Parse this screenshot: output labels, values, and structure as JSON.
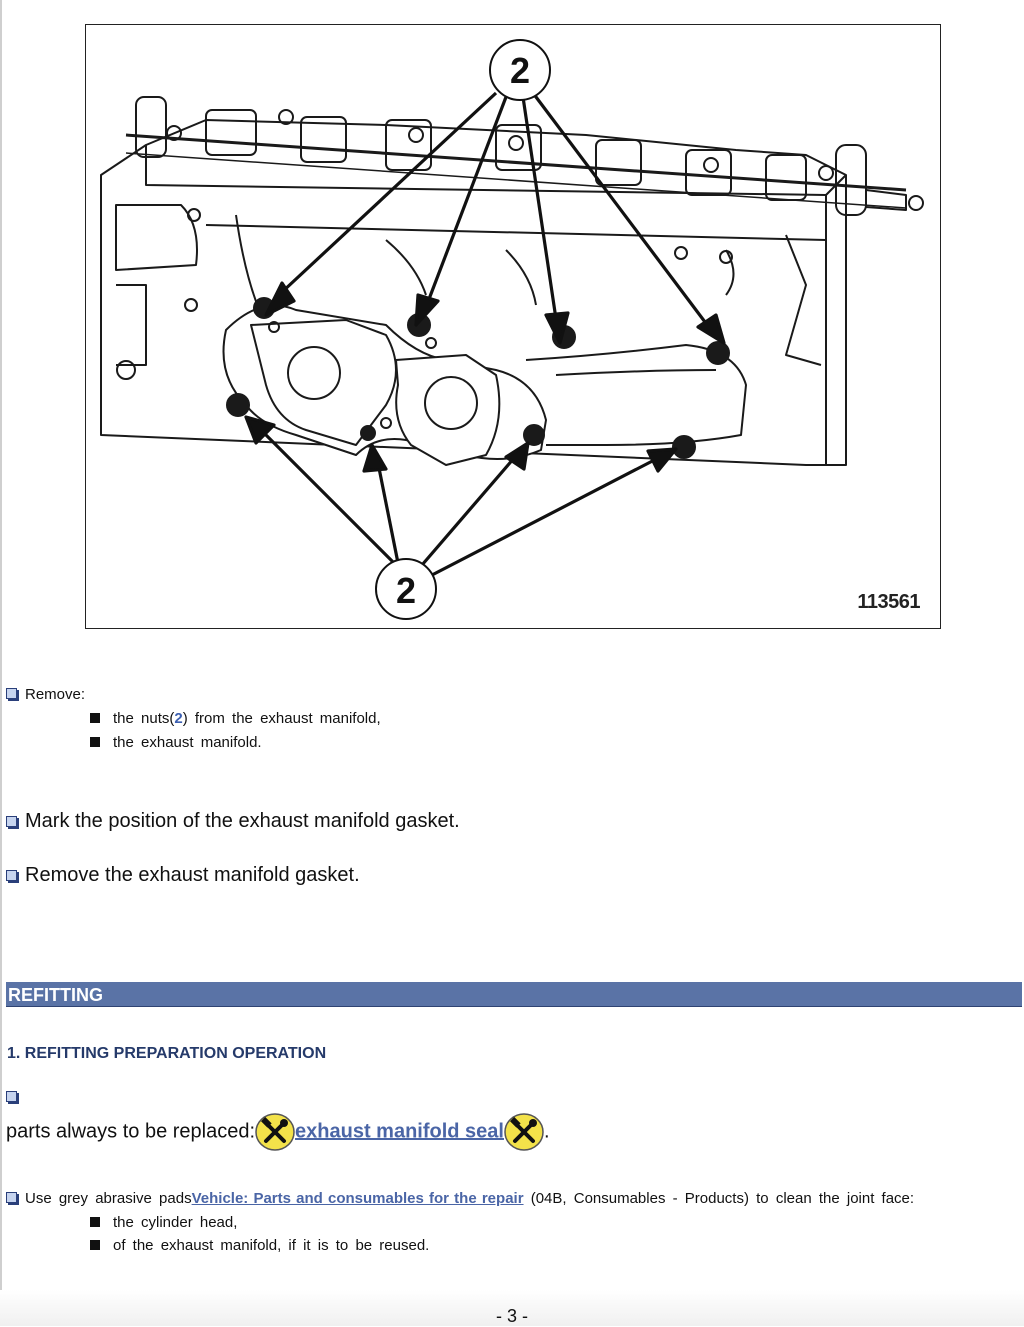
{
  "figure": {
    "callout_top": "2",
    "callout_bottom": "2",
    "image_number": "113561"
  },
  "removal": {
    "intro": "Remove:",
    "item1_pre": "the nuts(",
    "item1_ref": "2",
    "item1_post": ") from the exhaust manifold,",
    "item2": "the exhaust manifold.",
    "step_mark": "Mark the position of the exhaust manifold gasket.",
    "step_remove": "Remove the exhaust manifold gasket."
  },
  "refitting": {
    "section_title": "REFITTING",
    "subheading": "1. REFITTING PREPARATION OPERATION",
    "parts_text": "parts always to be replaced:",
    "parts_link": "exhaust manifold seal",
    "parts_end": ".",
    "clean_pre": "Use grey abrasive pads",
    "clean_link": "Vehicle: Parts and consumables for the repair",
    "clean_post": "(04B, Consumables - Products) to clean the joint face:",
    "clean_item1": "the cylinder head,",
    "clean_item2": "of the exhaust manifold, if it is to be reused."
  },
  "footer": {
    "page": "- 3 -"
  },
  "icons": {
    "tool_icon_color": "#f3e24a",
    "checkbox_color": "#c6d4ef",
    "section_bar_color": "#5a73a6"
  }
}
